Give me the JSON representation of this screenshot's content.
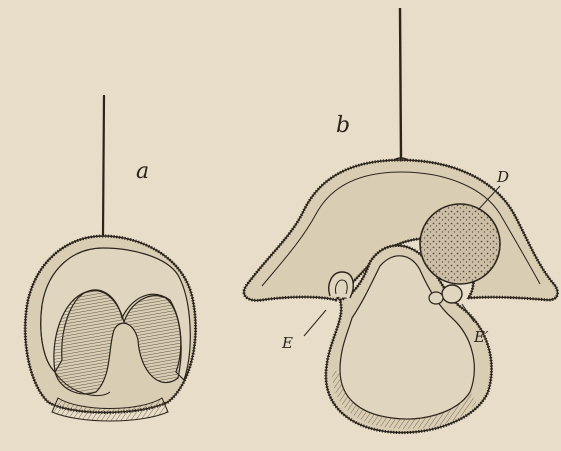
{
  "figure": {
    "panel_a": {
      "label": "a"
    },
    "panel_b": {
      "label": "b"
    },
    "part_labels": {
      "d": "D",
      "e": "E",
      "e_prime": "E′"
    }
  },
  "colors": {
    "paper": "#e7ddc8",
    "ink": "#2a241c",
    "shade": "#b9ab90",
    "yolk": "#cdbfa6"
  }
}
